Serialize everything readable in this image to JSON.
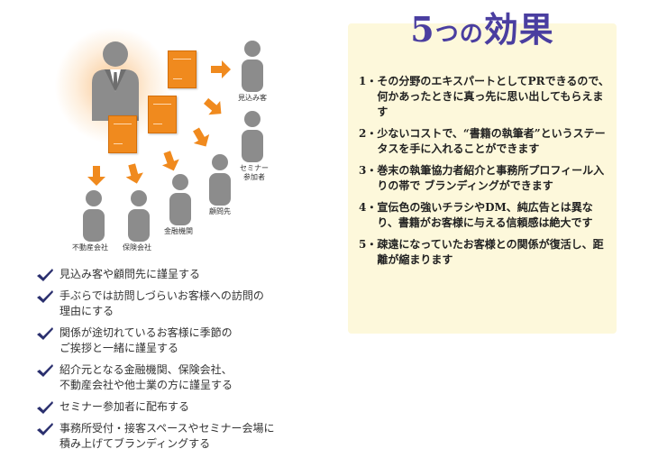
{
  "colors": {
    "accent": "#f08a1e",
    "person": "#8c8c8c",
    "title": "#4a3ea0",
    "panel": "#fdf8db",
    "check": "#2a2f6e"
  },
  "diagram": {
    "labels": {
      "prospect": "見込み客",
      "seminar_line1": "セミナー",
      "seminar_line2": "参加者",
      "advisor": "顧問先",
      "bank": "金融機関",
      "realestate": "不動産会社",
      "insurance": "保険会社"
    }
  },
  "checklist": [
    {
      "line1": "見込み客や顧問先に謹呈する",
      "line2": ""
    },
    {
      "line1": "手ぶらでは訪問しづらいお客様への訪問の",
      "line2": "理由にする"
    },
    {
      "line1": "関係が途切れているお客様に季節の",
      "line2": "ご挨拶と一緒に謹呈する"
    },
    {
      "line1": "紹介元となる金融機関、保険会社、",
      "line2": "不動産会社や他士業の方に謹呈する"
    },
    {
      "line1": "セミナー参加者に配布する",
      "line2": ""
    },
    {
      "line1": "事務所受付・接客スペースやセミナー会場に",
      "line2": "積み上げてブランディングする"
    }
  ],
  "effects": {
    "title_num": "5",
    "title_small": "つの",
    "title_word": "効果",
    "items": [
      {
        "num": "1・",
        "text": "その分野のエキスパートとしてPRできるので、何かあったときに真っ先に思い出してもらえます"
      },
      {
        "num": "2・",
        "text": "少ないコストで、“書籍の執筆者”というステータスを手に入れることができます"
      },
      {
        "num": "3・",
        "text": "巻末の執筆協力者紹介と事務所プロフィール入りの帯で ブランディングができます"
      },
      {
        "num": "4・",
        "text": "宣伝色の強いチラシやDM、純広告とは異なり、書籍がお客様に与える信頼感は絶大です"
      },
      {
        "num": "5・",
        "text": "疎遠になっていたお客様との関係が復活し、距離が縮まります"
      }
    ]
  }
}
